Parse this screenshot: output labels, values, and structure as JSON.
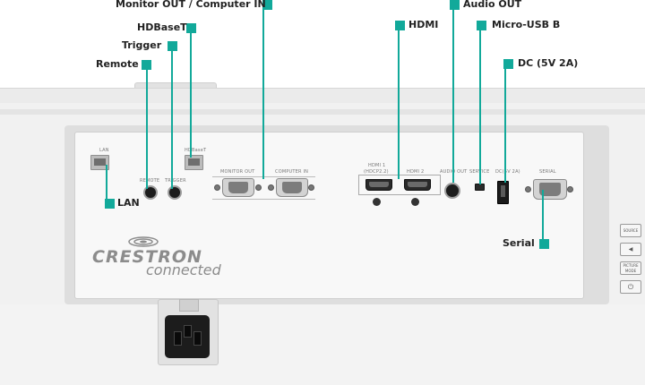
{
  "callouts": {
    "monitor_computer": "Monitor OUT / Computer IN",
    "hdbaset": "HDBaseT",
    "trigger": "Trigger",
    "remote": "Remote",
    "lan": "LAN",
    "hdmi": "HDMI",
    "audio_out": "Audio OUT",
    "micro_usb": "Micro-USB B",
    "dc": "DC (5V 2A)",
    "serial": "Serial"
  },
  "panel_labels": {
    "lan": "LAN",
    "hdbaset": "HDBaseT",
    "remote": "REMOTE",
    "trigger": "TRIGGER",
    "monitor_out": "MONITOR OUT",
    "computer_in": "COMPUTER IN",
    "hdmi1_line1": "HDMI 1",
    "hdmi1_line2": "(HDCP2.2)",
    "hdmi2": "HDMI 2",
    "audio_out": "AUDIO OUT",
    "service": "SERVICE",
    "dc": "DC(5V 2A)",
    "serial": "SERIAL"
  },
  "logo": {
    "brand": "CRESTRON",
    "sub": "connected"
  },
  "side_buttons": {
    "source": "SOURCE",
    "left_arrow": "◀",
    "picture_mode": "PICTURE MODE",
    "power": "⏻"
  },
  "colors": {
    "callout_accent": "#12a99a"
  }
}
